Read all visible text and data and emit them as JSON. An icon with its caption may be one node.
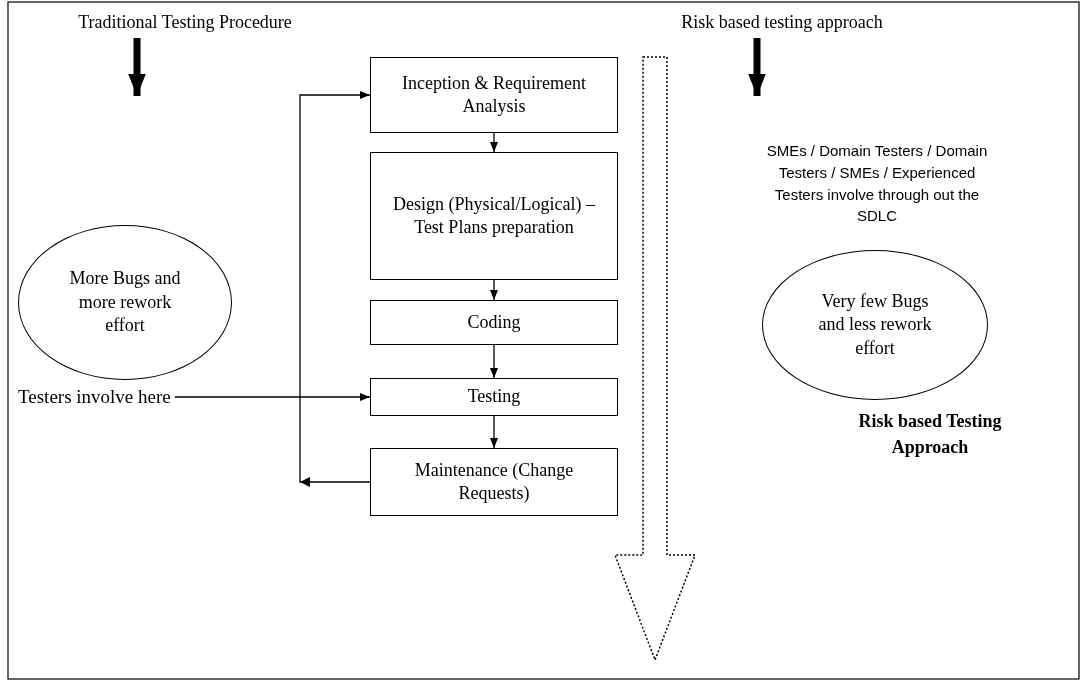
{
  "diagram": {
    "nodes": [
      {
        "text": [
          "Traditional Testing Procedure"
        ]
      },
      {
        "text": [
          "Risk based testing approach"
        ]
      },
      {
        "text": [
          "Inception & Requirement Analysis"
        ]
      },
      {
        "text": [
          "Design (Physical/Logical) – Test Plans preparation"
        ]
      },
      {
        "text": [
          "Coding"
        ]
      },
      {
        "text": [
          "Testing"
        ]
      },
      {
        "text": [
          "Maintenance (Change Requests)"
        ]
      },
      {
        "text": [
          "More Bugs and more rework effort"
        ]
      },
      {
        "text": [
          "Very few Bugs and less rework effort"
        ]
      },
      {
        "text": [
          "Testers involve here"
        ]
      }
    ],
    "edges": [
      {
        "from": 0,
        "to": null,
        "arrow": "to",
        "style": "thick"
      },
      {
        "from": 1,
        "to": null,
        "arrow": "to",
        "style": "thick"
      },
      {
        "from": 2,
        "to": 3,
        "arrow": "to"
      },
      {
        "from": 3,
        "to": 4,
        "arrow": "to"
      },
      {
        "from": 4,
        "to": 5,
        "arrow": "to"
      },
      {
        "from": 5,
        "to": 6,
        "arrow": "to"
      },
      {
        "from": 9,
        "to": 5,
        "arrow": "to"
      },
      {
        "from": 6,
        "to": 2,
        "arrow": "to"
      }
    ],
    "labels": [
      "SMEs / Domain Testers / Domain Testers / SMEs / Experienced Testers involve through out the SDLC",
      "Risk based Testing Approach"
    ]
  }
}
